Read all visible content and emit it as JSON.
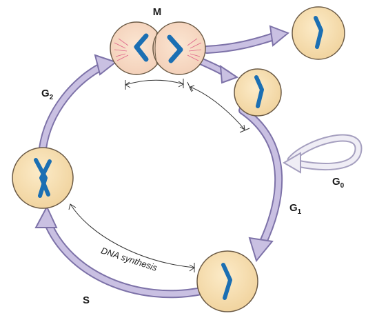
{
  "diagram": {
    "phases": {
      "m": "M",
      "g1": "G1",
      "g2": "G2",
      "s": "S",
      "g0": "G0"
    },
    "g1_parts": {
      "letter": "G",
      "sub": "1"
    },
    "g2_parts": {
      "letter": "G",
      "sub": "2"
    },
    "g0_parts": {
      "letter": "G",
      "sub": "0"
    },
    "dna_label": "DNA synthesis",
    "colors": {
      "cell_fill": "#f7dfb0",
      "cell_stroke": "#6b5a45",
      "chromosome": "#1b6fb3",
      "arrow": "#bdb4d6",
      "arrow_stroke": "#7d72a8",
      "g0_loop": "#e6e3ef",
      "spindle": "#d9467a"
    }
  }
}
